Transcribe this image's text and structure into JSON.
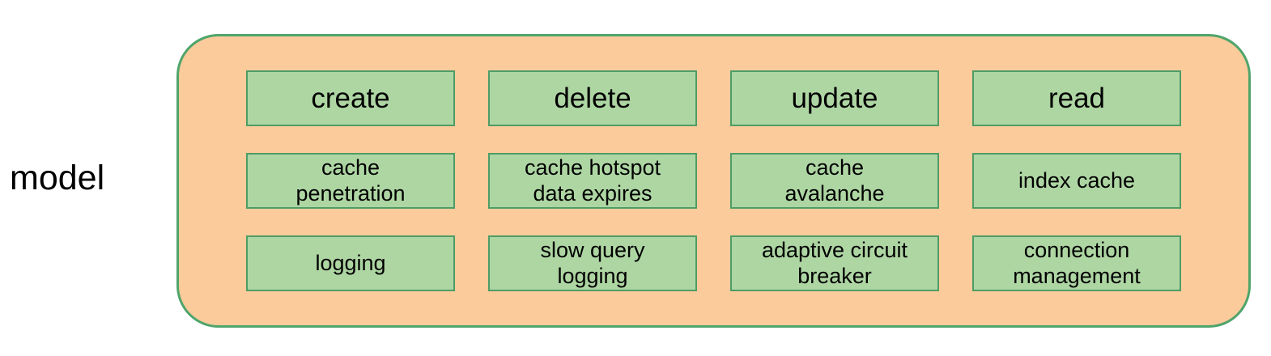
{
  "colors": {
    "page_background": "#FFFFFF",
    "container_fill": "#FBCB9B",
    "container_border": "#4FA56B",
    "box_fill": "#AED6A3",
    "box_border": "#4E9D66",
    "text": "#000000"
  },
  "diagram": {
    "side_label": "model",
    "grid": {
      "rows": [
        {
          "cells": [
            {
              "lines": [
                "create"
              ]
            },
            {
              "lines": [
                "delete"
              ]
            },
            {
              "lines": [
                "update"
              ]
            },
            {
              "lines": [
                "read"
              ]
            }
          ]
        },
        {
          "cells": [
            {
              "lines": [
                "cache",
                "penetration"
              ]
            },
            {
              "lines": [
                "cache hotspot",
                "data expires"
              ]
            },
            {
              "lines": [
                "cache",
                "avalanche"
              ]
            },
            {
              "lines": [
                "index cache"
              ]
            }
          ]
        },
        {
          "cells": [
            {
              "lines": [
                "logging"
              ]
            },
            {
              "lines": [
                "slow query",
                "logging"
              ]
            },
            {
              "lines": [
                "adaptive circuit",
                "breaker"
              ]
            },
            {
              "lines": [
                "connection",
                "management"
              ]
            }
          ]
        }
      ]
    }
  }
}
